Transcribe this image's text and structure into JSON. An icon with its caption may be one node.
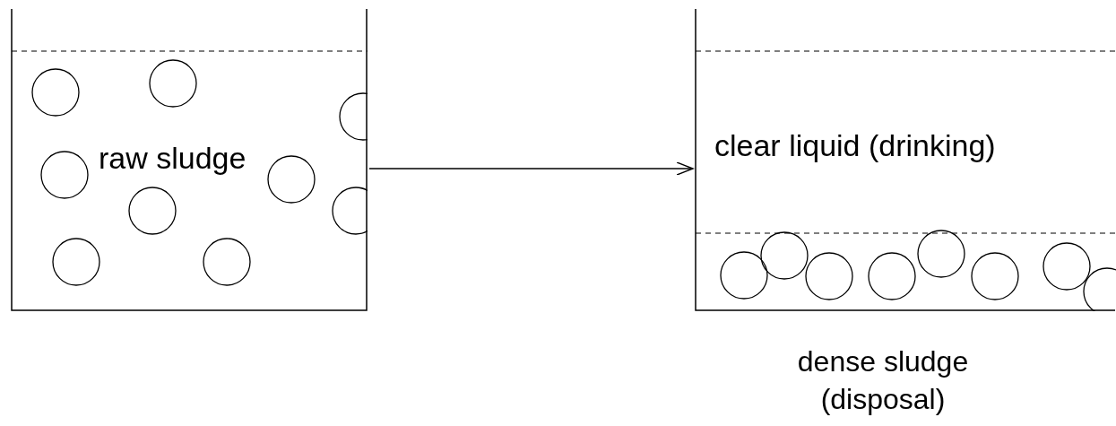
{
  "diagram": {
    "nodes": [
      {
        "text": [
          "raw sludge"
        ]
      },
      {
        "text": [
          "clear liquid (drinking)"
        ],
        "beside": [
          "dense sludge (disposal)"
        ]
      }
    ],
    "edges": [
      {
        "from": 0,
        "to": 1,
        "arrow": "to"
      }
    ]
  }
}
